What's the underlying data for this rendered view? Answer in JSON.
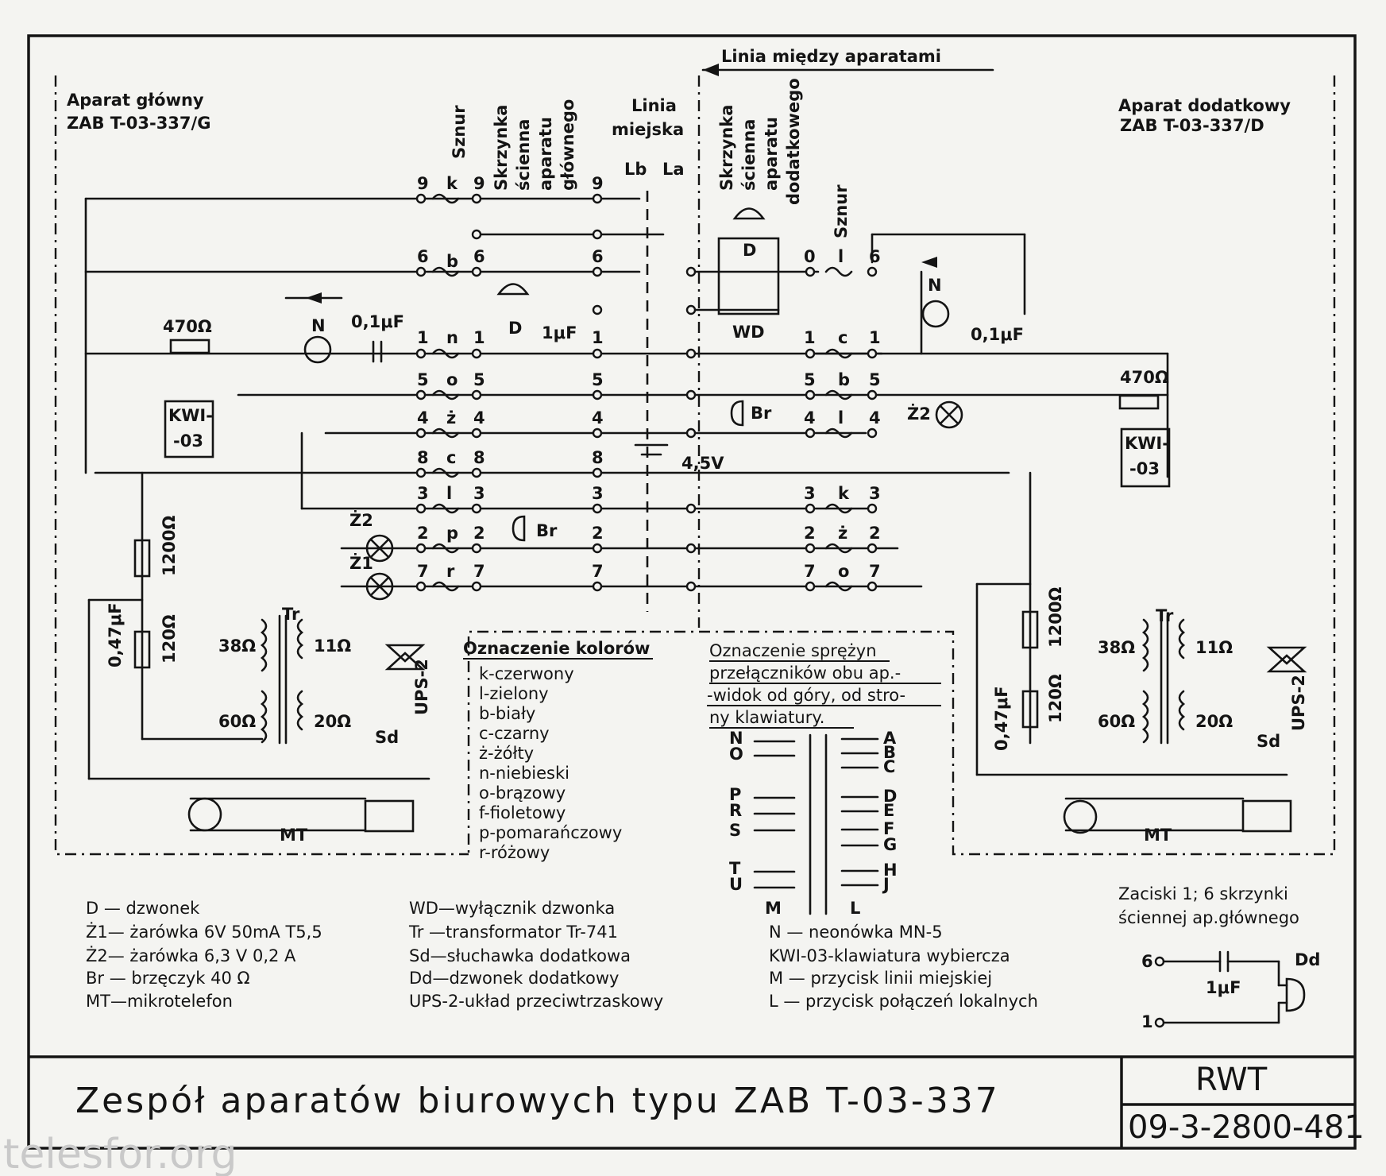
{
  "header": {
    "line_between_label": "Linia między aparatami",
    "main_unit_title": "Aparat główny",
    "main_unit_model": "ZAB  T-03-337/G",
    "extra_unit_title": "Aparat dodatkowy",
    "extra_unit_model": "ZAB  T-03-337/D"
  },
  "column_labels": {
    "sznur_left": "Sznur",
    "wall_box_main": [
      "Skrzynka",
      "ścienna",
      "aparatu",
      "głównego"
    ],
    "city_line": [
      "Linia",
      "miejska"
    ],
    "wall_box_extra": [
      "Skrzynka",
      "ścienna",
      "aparatu",
      "dodatkowego"
    ],
    "sznur_right": "Sznur",
    "lb": "Lb",
    "la": "La"
  },
  "wires": [
    {
      "left_term": "9",
      "code": "k",
      "right_term": "9"
    },
    {
      "left_term": "6",
      "code": "b",
      "right_term": "6"
    },
    {
      "left_term": "1",
      "code": "n",
      "right_term": "1"
    },
    {
      "left_term": "5",
      "code": "o",
      "right_term": "5"
    },
    {
      "left_term": "4",
      "code": "ż",
      "right_term": "4"
    },
    {
      "left_term": "8",
      "code": "c",
      "right_term": "8"
    },
    {
      "left_term": "3",
      "code": "l",
      "right_term": "3"
    },
    {
      "left_term": "2",
      "code": "p",
      "right_term": "2"
    },
    {
      "left_term": "7",
      "code": "r",
      "right_term": "7"
    }
  ],
  "wires_right": [
    {
      "left_term": "0",
      "code": "l",
      "right_term": "6"
    },
    {
      "left_term": "1",
      "code": "c",
      "right_term": "1"
    },
    {
      "left_term": "5",
      "code": "b",
      "right_term": "5"
    },
    {
      "left_term": "4",
      "code": "l",
      "right_term": "4"
    },
    {
      "left_term": "3",
      "code": "k",
      "right_term": "3"
    },
    {
      "left_term": "2",
      "code": "ż",
      "right_term": "2"
    },
    {
      "left_term": "7",
      "code": "o",
      "right_term": "7"
    }
  ],
  "components": {
    "resistor_470": "470Ω",
    "cap_01": "0,1μF",
    "cap_1": "1μF",
    "kwi": [
      "KWI-",
      "-03"
    ],
    "neon": "N",
    "bell": "D",
    "buzzer": "Br",
    "battery": "4,5V",
    "wd": "WD",
    "lamp_z1": "Ż1",
    "lamp_z2": "Ż2",
    "r1200": "1200Ω",
    "r120": "120Ω",
    "c047": "0,47μF",
    "tr": "Tr",
    "r38": "38Ω",
    "r60": "60Ω",
    "r11": "11Ω",
    "r20": "20Ω",
    "sd": "Sd",
    "ups": "UPS-2",
    "mt": "MT"
  },
  "colors_legend": {
    "title": "Oznaczenie kolorów",
    "items": [
      "k-czerwony",
      "l-zielony",
      "b-biały",
      "c-czarny",
      "ż-żółty",
      "n-niebieski",
      "o-brązowy",
      "f-fioletowy",
      "p-pomarańczowy",
      "r-różowy"
    ]
  },
  "springs_legend": {
    "title_lines": [
      "Oznaczenie sprężyn",
      "przełączników obu ap.-",
      "-widok od góry, od stro-",
      "ny klawiatury."
    ],
    "left_letters": [
      "N",
      "O",
      "P",
      "R",
      "S",
      "T",
      "U"
    ],
    "right_letters": [
      "A",
      "B",
      "C",
      "D",
      "E",
      "F",
      "G",
      "H",
      "J"
    ],
    "m_label": "M",
    "l_label": "L"
  },
  "symbols_legend": {
    "col1": [
      "D — dzwonek",
      "Ż1— żarówka 6V 50mA T5,5",
      "Ż2— żarówka 6,3 V   0,2 A",
      "Br — brzęczyk 40 Ω",
      "MT—mikrotelefon"
    ],
    "col2": [
      "WD—wyłącznik dzwonka",
      "Tr —transformator Tr-741",
      "Sd—słuchawka dodatkowa",
      "Dd—dzwonek dodatkowy",
      "UPS-2-układ przeciwtrzaskowy"
    ],
    "col3": [
      "N — neonówka MN-5",
      "KWI-03-klawiatura wybiercza",
      "M — przycisk linii miejskiej",
      "L — przycisk połączeń lokalnych"
    ]
  },
  "terminals_note": {
    "lines": [
      "Zaciski 1; 6 skrzynki",
      "ściennej ap.głównego"
    ],
    "t6": "6",
    "t1": "1",
    "cap": "1μF",
    "dd": "Dd"
  },
  "title_block": {
    "title": "Zespół aparatów biurowych typu  ZAB  T-03-337",
    "org": "RWT",
    "number": "09-3-2800-481"
  },
  "watermark": "telesfor.org"
}
